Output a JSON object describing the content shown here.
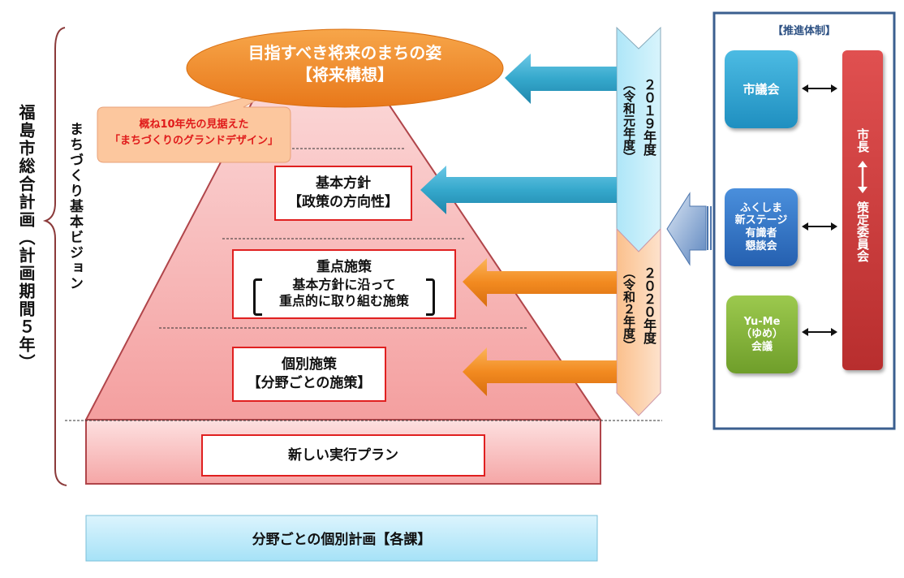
{
  "diagram": {
    "left_vertical_title": "福島市総合計画（計画期間５年）",
    "vision_label": "まちづくり基本ビジョン",
    "top_ellipse": {
      "line1": "目指すべき将来のまちの姿",
      "line2": "【将来構想】"
    },
    "callout": {
      "line1": "概ね10年先の見据えた",
      "line2": "「まちづくりのグランドデザイン」"
    },
    "pyramid_levels": [
      {
        "id": "basic-policy",
        "line1": "基本方針",
        "line2": "【政策の方向性】"
      },
      {
        "id": "priority-measures",
        "line1": "重点施策",
        "line2": "基本方針に沿って",
        "line3": "重点的に取り組む施策"
      },
      {
        "id": "individual-measures",
        "line1": "個別施策",
        "line2": "【分野ごとの施策】"
      }
    ],
    "execution_plan": "新しい実行プラン",
    "bottom_bar": "分野ごとの個別計画【各課】",
    "year_bands": [
      {
        "year": "２０１９年度",
        "era": "（令和元年度）"
      },
      {
        "year": "２０２０年度",
        "era": "（令和２年度）"
      }
    ]
  },
  "organization": {
    "title": "【推進体制】",
    "council": "市議会",
    "fukushima_panel": [
      "ふくしま",
      "新ステージ",
      "有識者",
      "懇談会"
    ],
    "yume": [
      "Yu-Me",
      "（ゆめ）",
      "会議"
    ],
    "mayor": "市長",
    "committee": "策定委員会"
  },
  "colors": {
    "orange": "#f28a20",
    "pyramid_fill": "#f9b4b4",
    "pyramid_stroke": "#b0454a",
    "blue_arrow": "#35a8cc",
    "org_blue": "#2f9fcf",
    "org_darkblue": "#2f6fc0",
    "org_green": "#86b53a",
    "org_red": "#c83a3a",
    "frame": "#3b5f8f"
  }
}
